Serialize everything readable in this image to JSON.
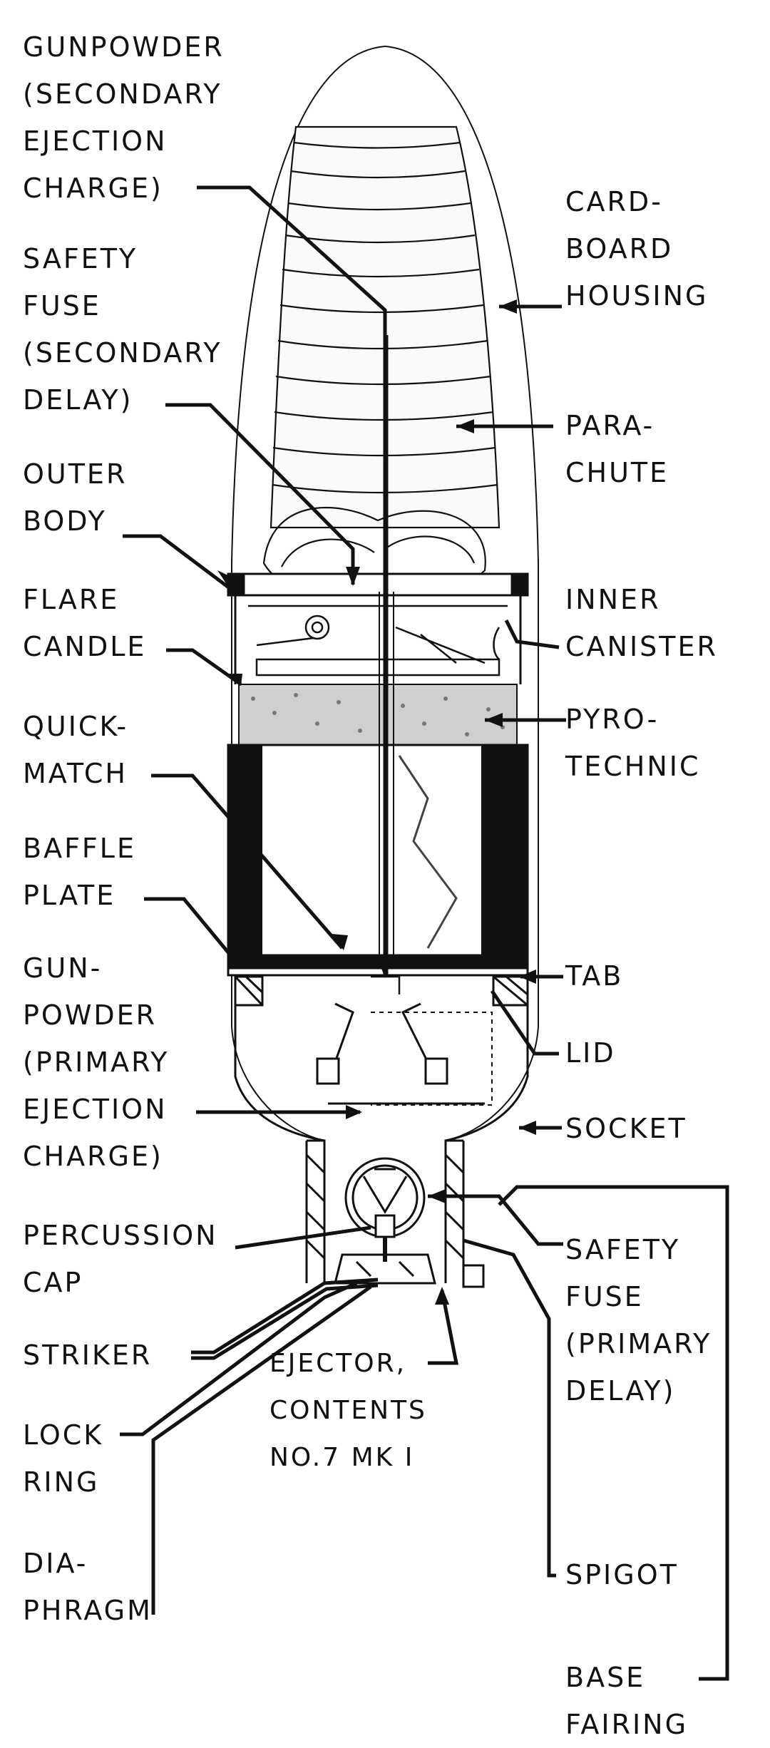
{
  "colors": {
    "ink": "#111111",
    "paper": "#ffffff",
    "pyrotechnic": "#cfcfcf"
  },
  "labels": {
    "gunpowder_secondary": [
      "GUNPOWDER",
      "(SECONDARY",
      "EJECTION",
      "CHARGE)"
    ],
    "safety_fuse_secondary": [
      "SAFETY",
      "FUSE",
      "(SECONDARY",
      "DELAY)"
    ],
    "outer_body": [
      "OUTER",
      "BODY"
    ],
    "flare_candle": [
      "FLARE",
      "CANDLE"
    ],
    "quickmatch": [
      "QUICK-",
      "MATCH"
    ],
    "baffle_plate": [
      "BAFFLE",
      "PLATE"
    ],
    "gunpowder_primary": [
      "GUN-",
      "POWDER",
      "(PRIMARY",
      "EJECTION",
      "CHARGE)"
    ],
    "percussion_cap": [
      "PERCUSSION",
      "CAP"
    ],
    "striker": [
      "STRIKER"
    ],
    "lock_ring": [
      "LOCK",
      "RING"
    ],
    "diaphragm": [
      "DIA-",
      "PHRAGM"
    ],
    "ejector_contents": [
      "EJECTOR,",
      "CONTENTS",
      "NO.7  MK I"
    ],
    "cardboard_housing": [
      "CARD-",
      "BOARD",
      "HOUSING"
    ],
    "parachute": [
      "PARA-",
      "CHUTE"
    ],
    "inner_canister": [
      "INNER",
      "CANISTER"
    ],
    "pyrotechnic": [
      "PYRO-",
      "TECHNIC"
    ],
    "tab": [
      "TAB"
    ],
    "lid": [
      "LID"
    ],
    "socket": [
      "SOCKET"
    ],
    "safety_fuse_primary": [
      "SAFETY",
      "FUSE",
      "(PRIMARY",
      "DELAY)"
    ],
    "spigot": [
      "SPIGOT"
    ],
    "base_fairing": [
      "BASE",
      "FAIRING"
    ]
  }
}
